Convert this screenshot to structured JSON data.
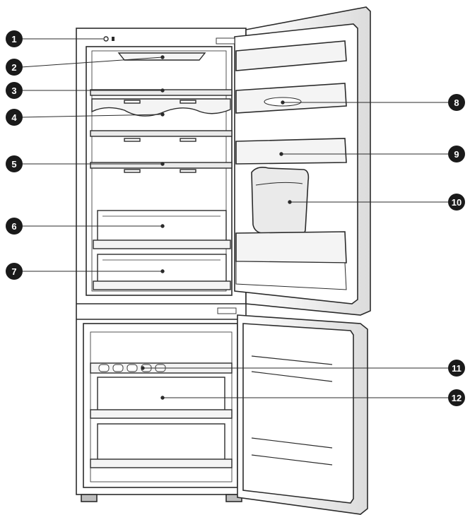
{
  "diagram": {
    "callouts": [
      {
        "label": "1"
      },
      {
        "label": "2"
      },
      {
        "label": "3"
      },
      {
        "label": "4"
      },
      {
        "label": "5"
      },
      {
        "label": "6"
      },
      {
        "label": "7"
      },
      {
        "label": "8"
      },
      {
        "label": "9"
      },
      {
        "label": "10"
      },
      {
        "label": "11"
      },
      {
        "label": "12"
      }
    ]
  },
  "colors": {
    "line": "#2b2b2b",
    "callout_fill": "#1a1a1a",
    "shelf_fill": "#f4f4f4",
    "glass_fill": "#eaeaea"
  }
}
